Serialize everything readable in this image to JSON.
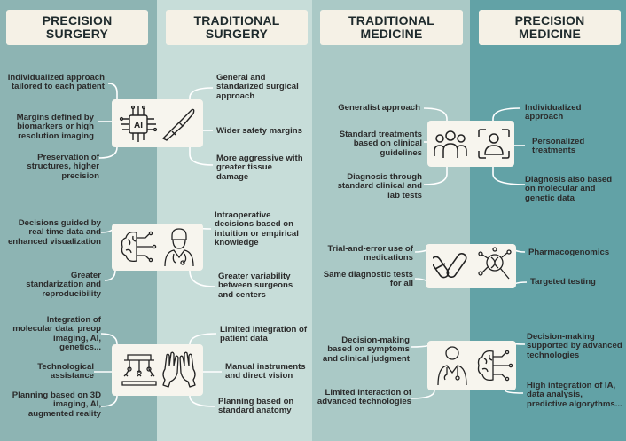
{
  "colors": {
    "col1": "#8db4b3",
    "col2": "#c7ddd9",
    "col3": "#aac9c6",
    "col4": "#62a2a6",
    "header_bg": "#f5f1e6",
    "box_bg": "#f7f5ee",
    "line": "#ffffff"
  },
  "headers": {
    "precision_surgery": "PRECISION\nSURGERY",
    "traditional_surgery": "TRADITIONAL\nSURGERY",
    "traditional_medicine": "TRADITIONAL\nMEDICINE",
    "precision_medicine": "PRECISION\nMEDICINE"
  },
  "precision_surgery": {
    "row1": [
      "Individualized approach\ntailored to each patient",
      "Margins defined by\nbiomarkers or high\nresolution imaging",
      "Preservation of\nstructures, higher\nprecision"
    ],
    "row2": [
      "Decisions guided by\nreal time data and\nenhanced visualization",
      "Greater\nstandarization and\nreproducibility"
    ],
    "row3": [
      "Integration of\nmolecular data, preop\nimaging, AI,\ngenetics...",
      "Technological\nassistance",
      "Planning based on 3D\nimaging, AI,\naugmented reality"
    ]
  },
  "traditional_surgery": {
    "row1": [
      "General and\nstandarized surgical\napproach",
      "Wider safety margins",
      "More aggressive with\ngreater tissue\ndamage"
    ],
    "row2": [
      "Intraoperative\ndecisions based on\nintuition or empirical\nknowledge",
      "Greater variability\nbetween surgeons\nand centers"
    ],
    "row3": [
      "Limited integration of\npatient data",
      "Manual instruments\nand direct vision",
      "Planning based on\nstandard anatomy"
    ]
  },
  "traditional_medicine": {
    "row1": [
      "Generalist approach",
      "Standard treatments\nbased on clinical\nguidelines",
      "Diagnosis through\nstandard clinical and\nlab tests"
    ],
    "row2": [
      "Trial-and-error use of\nmedications",
      "Same diagnostic tests\nfor all"
    ],
    "row3": [
      "Decision-making\nbased on symptoms\nand clinical judgment",
      "Limited interaction of\nadvanced technologies"
    ]
  },
  "precision_medicine": {
    "row1": [
      "Individualized\napproach",
      "Personalized\ntreatments",
      "Diagnosis also based\non molecular and\ngenetic data"
    ],
    "row2": [
      "Pharmacogenomics",
      "Targeted testing"
    ],
    "row3": [
      "Decision-making\nsupported by advanced\ntechnologies",
      "High integration of IA,\ndata analysis,\npredictive algorythms..."
    ]
  },
  "icons": {
    "ai_chip_label": "AI",
    "row1_surgery": [
      "ai-chip-icon",
      "scalpel-icon"
    ],
    "row2_surgery": [
      "brain-circuit-icon",
      "surgeon-icon"
    ],
    "row3_surgery": [
      "robotic-arms-icon",
      "gloved-hands-icon"
    ],
    "row1_medicine": [
      "people-group-icon",
      "person-scan-icon"
    ],
    "row2_medicine": [
      "pills-icon",
      "dna-magnifier-icon"
    ],
    "row3_medicine": [
      "doctor-icon",
      "brain-circuit-icon"
    ]
  }
}
